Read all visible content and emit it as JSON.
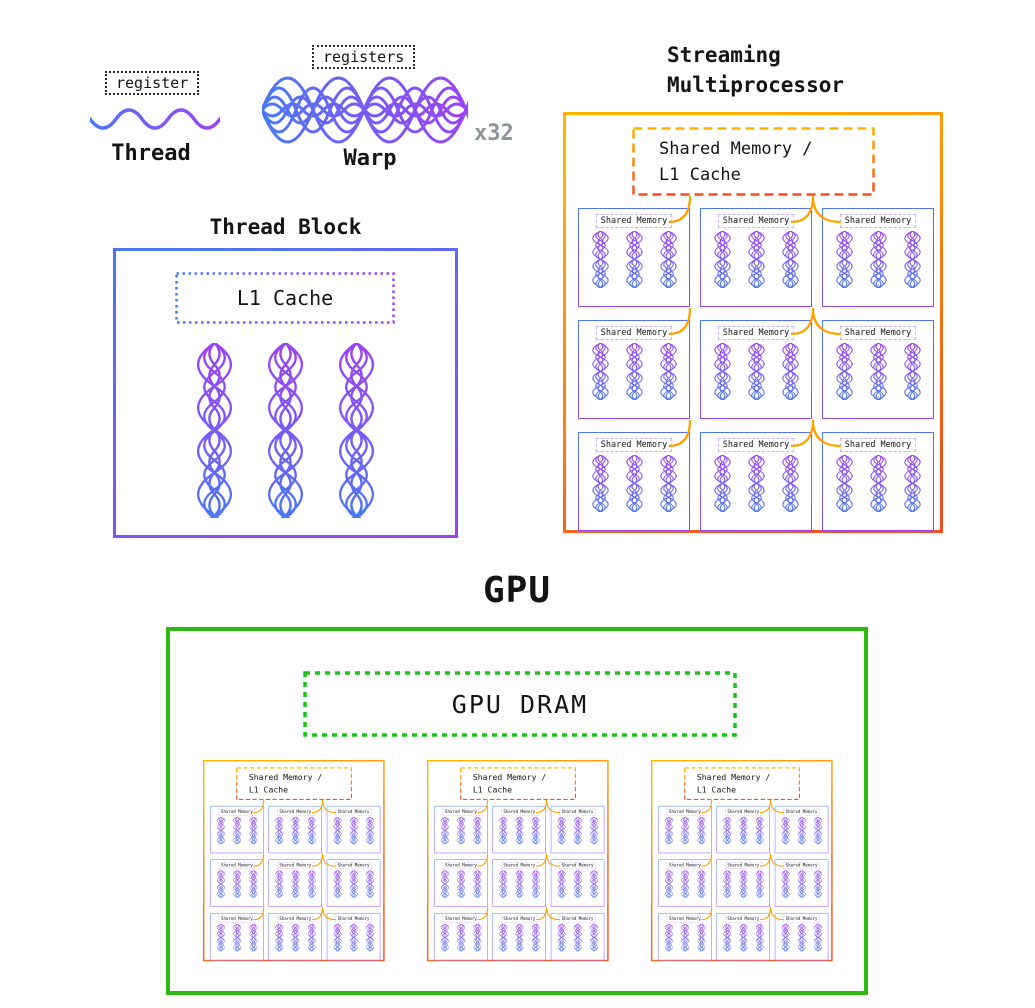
{
  "legend": {
    "thread": {
      "label": "Thread",
      "register_label": "register"
    },
    "warp": {
      "label": "Warp",
      "registers_label": "registers",
      "multiplier": "x32"
    }
  },
  "thread_block": {
    "title": "Thread Block",
    "cache_label": "L1 Cache"
  },
  "sm": {
    "title_line1": "Streaming",
    "title_line2": "Multiprocessor",
    "cache_line1": "Shared Memory /",
    "cache_line2": "L1 Cache",
    "block_label": "Shared Memory"
  },
  "gpu": {
    "title": "GPU",
    "dram_label": "GPU DRAM",
    "sm_count": 3
  },
  "colors": {
    "blue": "#4779f3",
    "violet": "#7a5af5",
    "purple": "#9c41f2",
    "yellow": "#ffb300",
    "orange": "#f4511e",
    "trunk_top": "#e8491c",
    "connector": "#ffa000",
    "green": "#2fba12",
    "green_dots": "#17c517",
    "lavender": "#c9b3f5",
    "gray": "#8d939c"
  }
}
